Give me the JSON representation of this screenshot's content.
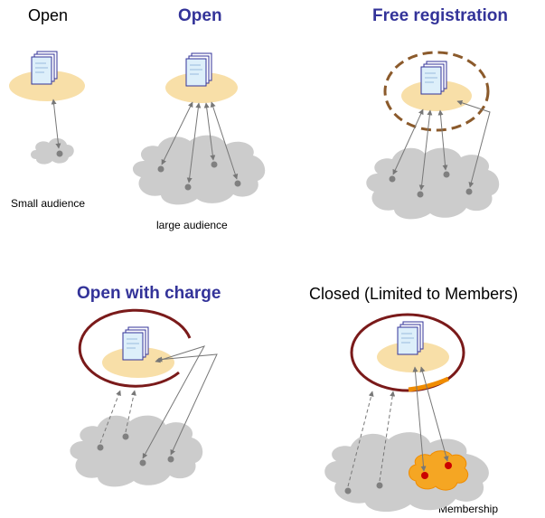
{
  "panels": {
    "open_small": {
      "title": "Open",
      "caption": "Small audience"
    },
    "open_large": {
      "title": "Open",
      "caption": "large audience"
    },
    "free_registration": {
      "title": "Free registration"
    },
    "open_with_charge": {
      "title": "Open with charge"
    },
    "closed_members": {
      "title": "Closed (Limited to Members)",
      "caption": "Membership"
    }
  },
  "colors": {
    "title_accent": "#333399",
    "platform": "#F8DFA8",
    "cloud": "#CCCCCC",
    "node": "#808080",
    "member_node": "#CC0000",
    "membership_cloud": "#F5A623",
    "closed_ring": "#7A1A1A",
    "dashed_ring": "#8B5A2B",
    "gate": "#F08C00",
    "arrow": "#777777"
  },
  "icons": [
    "document-stack-icon"
  ]
}
